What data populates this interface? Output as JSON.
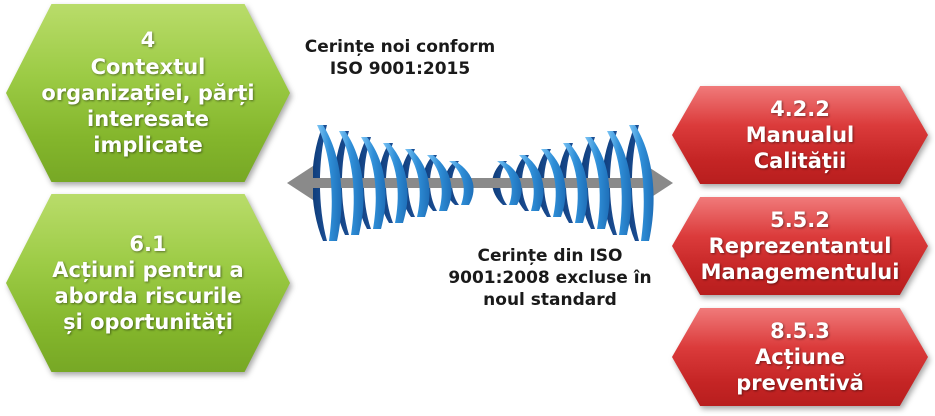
{
  "left_boxes": [
    {
      "lines": [
        "4",
        "Contextul",
        "organizației, părți",
        "interesate",
        "implicate"
      ]
    },
    {
      "lines": [
        "6.1",
        "Acțiuni pentru a",
        "aborda riscurile",
        "și oportunități"
      ]
    }
  ],
  "right_boxes": [
    {
      "lines": [
        "4.2.2",
        "Manualul Calității"
      ]
    },
    {
      "lines": [
        "5.5.2",
        "Reprezentantul",
        "Managementului"
      ]
    },
    {
      "lines": [
        "8.5.3",
        "Acțiune preventivă"
      ]
    }
  ],
  "captions": {
    "new_requirements": [
      "Cerințe noi conform",
      "ISO 9001:2015"
    ],
    "excluded_requirements": [
      "Cerințe din ISO",
      "9001:2008 excluse în",
      "noul standard"
    ]
  },
  "colors": {
    "green_box": "#9ccb45",
    "red_box": "#db3b3b",
    "spring": "#2f8fd8",
    "arrow": "#8a8a8a"
  }
}
